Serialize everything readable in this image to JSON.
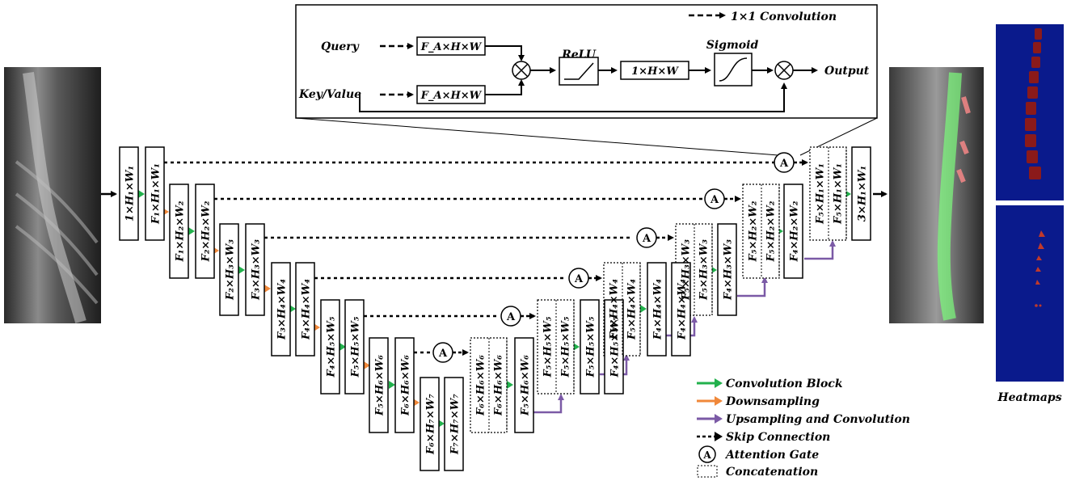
{
  "inset": {
    "legend_label": "1×1 Convolution",
    "query_label": "Query",
    "keyvalue_label": "Key/Value",
    "query_box": "F_A×H×W",
    "key_box": "F_A×H×W",
    "relu_label": "ReLU",
    "sigmoid_label": "Sigmoid",
    "mid_box": "1×H×W",
    "output_label": "Output"
  },
  "attention_letter": "A",
  "blocks": [
    {
      "id": "e1a",
      "text": "1×H₁×W₁"
    },
    {
      "id": "e1b",
      "text": "F₁×H₁×W₁"
    },
    {
      "id": "e2a",
      "text": "F₁×H₂×W₂"
    },
    {
      "id": "e2b",
      "text": "F₂×H₂×W₂"
    },
    {
      "id": "e3a",
      "text": "F₂×H₃×W₃"
    },
    {
      "id": "e3b",
      "text": "F₃×H₃×W₃"
    },
    {
      "id": "e4a",
      "text": "F₃×H₄×W₄"
    },
    {
      "id": "e4b",
      "text": "F₄×H₄×W₄"
    },
    {
      "id": "e5a",
      "text": "F₄×H₅×W₅"
    },
    {
      "id": "e5b",
      "text": "F₅×H₅×W₅"
    },
    {
      "id": "e6a",
      "text": "F₅×H₆×W₆"
    },
    {
      "id": "e6b",
      "text": "F₆×H₆×W₆"
    },
    {
      "id": "e7a",
      "text": "F₆×H₇×W₇"
    },
    {
      "id": "e7b",
      "text": "F₇×H₇×W₇"
    },
    {
      "id": "d6c1",
      "text": "F₆×H₆×W₆"
    },
    {
      "id": "d6c2",
      "text": "F₆×H₆×W₆"
    },
    {
      "id": "d6o",
      "text": "F₆×H₆×W₆"
    },
    {
      "id": "d6u",
      "text": "F₅×H₆×W₆"
    },
    {
      "id": "d5c1",
      "text": "F₅×H₅×W₅"
    },
    {
      "id": "d5c2",
      "text": "F₅×H₅×W₅"
    },
    {
      "id": "d5o",
      "text": "F₅×H₅×W₅"
    },
    {
      "id": "d5u",
      "text": "F₄×H₅×W₅"
    },
    {
      "id": "d4c1",
      "text": "F₅×H₄×W₄"
    },
    {
      "id": "d4c2",
      "text": "F₅×H₄×W₄"
    },
    {
      "id": "d4o",
      "text": "F₄×H₄×W₄"
    },
    {
      "id": "d4u",
      "text": "F₄×H₄×W₄"
    },
    {
      "id": "d3c1",
      "text": "F₅×H₃×W₃"
    },
    {
      "id": "d3c2",
      "text": "F₅×H₃×W₃"
    },
    {
      "id": "d3o",
      "text": "F₄×H₃×W₃"
    },
    {
      "id": "d3u",
      "text": "F₄×H₃×W₃"
    },
    {
      "id": "d2c1",
      "text": "F₅×H₂×W₂"
    },
    {
      "id": "d2c2",
      "text": "F₅×H₂×W₂"
    },
    {
      "id": "d2o",
      "text": "F₄×H₂×W₂"
    },
    {
      "id": "d2u",
      "text": "F₄×H₂×W₂"
    },
    {
      "id": "d1c1",
      "text": "F₅×H₁×W₁"
    },
    {
      "id": "d1c2",
      "text": "F₅×H₁×W₁"
    },
    {
      "id": "out",
      "text": "3×H₁×W₁"
    }
  ],
  "legend": {
    "conv": "Convolution Block",
    "down": "Downsampling",
    "up": "Upsampling and Convolution",
    "skip": "Skip Connection",
    "attn": "Attention Gate",
    "concat": "Concatenation"
  },
  "heatmaps_label": "Heatmaps",
  "colors": {
    "conv": "#22b14c",
    "down": "#f0883a",
    "up": "#7b5aa6",
    "heatmap_bg": "#0a1a8c",
    "vertebra": "#8b1a1a",
    "overlay_green": "#7cfc7c",
    "overlay_red": "#ff8a8a"
  }
}
